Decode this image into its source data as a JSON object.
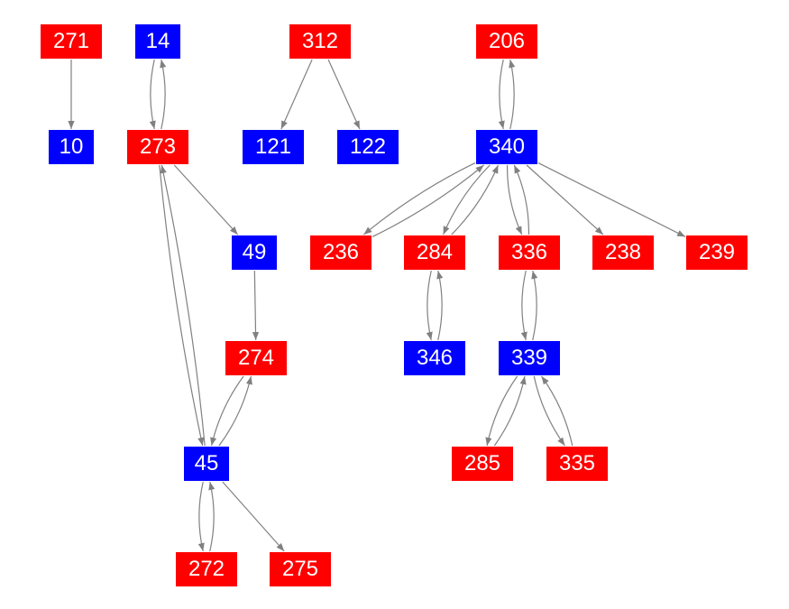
{
  "colors": {
    "red": "#ff0000",
    "blue": "#0000ff",
    "edge": "#808080"
  },
  "nodes": [
    {
      "id": "271",
      "color": "red"
    },
    {
      "id": "14",
      "color": "blue"
    },
    {
      "id": "312",
      "color": "red"
    },
    {
      "id": "206",
      "color": "red"
    },
    {
      "id": "10",
      "color": "blue"
    },
    {
      "id": "273",
      "color": "red"
    },
    {
      "id": "121",
      "color": "blue"
    },
    {
      "id": "122",
      "color": "blue"
    },
    {
      "id": "340",
      "color": "blue"
    },
    {
      "id": "49",
      "color": "blue"
    },
    {
      "id": "236",
      "color": "red"
    },
    {
      "id": "284",
      "color": "red"
    },
    {
      "id": "336",
      "color": "red"
    },
    {
      "id": "238",
      "color": "red"
    },
    {
      "id": "239",
      "color": "red"
    },
    {
      "id": "274",
      "color": "red"
    },
    {
      "id": "346",
      "color": "blue"
    },
    {
      "id": "339",
      "color": "blue"
    },
    {
      "id": "45",
      "color": "blue"
    },
    {
      "id": "285",
      "color": "red"
    },
    {
      "id": "335",
      "color": "red"
    },
    {
      "id": "272",
      "color": "red"
    },
    {
      "id": "275",
      "color": "red"
    }
  ],
  "edges": [
    [
      "271",
      "10"
    ],
    [
      "14",
      "273"
    ],
    [
      "273",
      "14"
    ],
    [
      "312",
      "121"
    ],
    [
      "312",
      "122"
    ],
    [
      "206",
      "340"
    ],
    [
      "340",
      "206"
    ],
    [
      "273",
      "49"
    ],
    [
      "273",
      "45"
    ],
    [
      "45",
      "273"
    ],
    [
      "49",
      "274"
    ],
    [
      "274",
      "45"
    ],
    [
      "45",
      "274"
    ],
    [
      "45",
      "272"
    ],
    [
      "272",
      "45"
    ],
    [
      "45",
      "275"
    ],
    [
      "340",
      "236"
    ],
    [
      "236",
      "340"
    ],
    [
      "340",
      "284"
    ],
    [
      "284",
      "340"
    ],
    [
      "340",
      "336"
    ],
    [
      "336",
      "340"
    ],
    [
      "340",
      "238"
    ],
    [
      "340",
      "239"
    ],
    [
      "284",
      "346"
    ],
    [
      "346",
      "284"
    ],
    [
      "336",
      "339"
    ],
    [
      "339",
      "336"
    ],
    [
      "339",
      "285"
    ],
    [
      "285",
      "339"
    ],
    [
      "339",
      "335"
    ],
    [
      "335",
      "339"
    ]
  ]
}
